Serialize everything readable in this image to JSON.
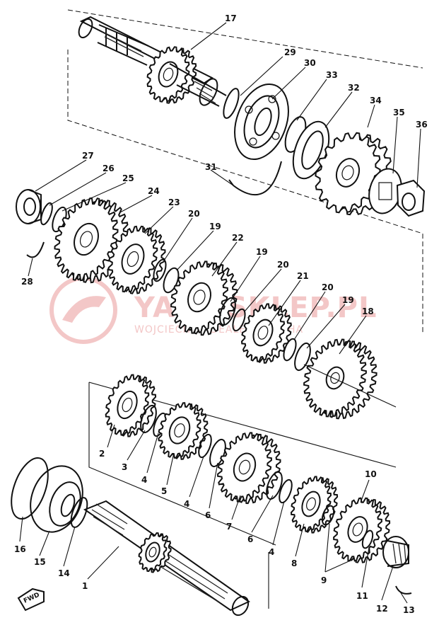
{
  "watermark": {
    "text": "YAMASKLEP.PL",
    "subtitle": "WOJCIECH ... DEALER YAMAHA"
  },
  "direction_marker": "FWD",
  "callouts": [
    "1",
    "2",
    "3",
    "4",
    "4",
    "4",
    "5",
    "6",
    "6",
    "7",
    "8",
    "9",
    "10",
    "11",
    "12",
    "13",
    "14",
    "15",
    "16",
    "17",
    "18",
    "19",
    "19",
    "19",
    "20",
    "20",
    "20",
    "21",
    "22",
    "23",
    "24",
    "25",
    "26",
    "27",
    "28",
    "29",
    "30",
    "31",
    "32",
    "33",
    "34",
    "35",
    "36"
  ]
}
